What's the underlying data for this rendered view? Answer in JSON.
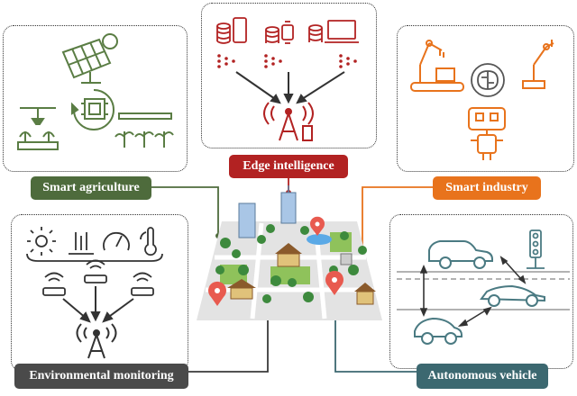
{
  "labels": {
    "smart_agriculture": "Smart agriculture",
    "edge_intelligence": "Edge intelligence",
    "smart_industry": "Smart industry",
    "environmental_monitoring": "Environmental monitoring",
    "autonomous_vehicle": "Autonomous vehicle"
  },
  "colors": {
    "agriculture": "#4e6b3c",
    "edge": "#b22222",
    "industry": "#e8731c",
    "environmental": "#3a3a3a",
    "autonomous": "#3c6870",
    "agri_icon": "#5a7d44",
    "industry_icon": "#e8731c",
    "vehicle_icon": "#4a7a82",
    "edge_icon": "#b22222"
  }
}
